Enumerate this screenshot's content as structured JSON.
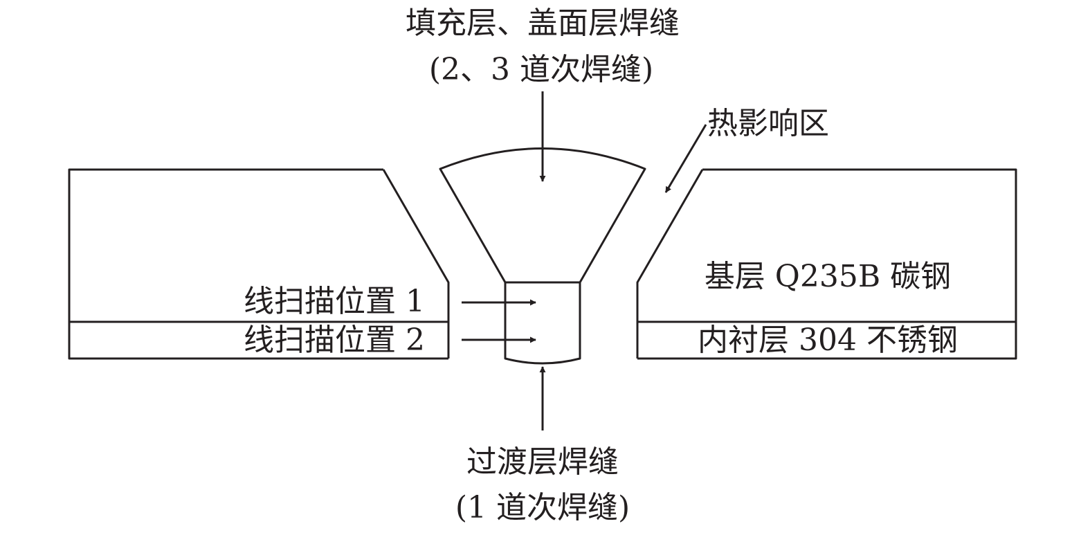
{
  "labels": {
    "fill_cap_weld_line1": "填充层、盖面层焊缝",
    "fill_cap_weld_line2": "(2、3 道次焊缝)",
    "haz": "热影响区",
    "base_layer": "基层 Q235B 碳钢",
    "liner_layer": "内衬层 304 不锈钢",
    "scan_position_1": "线扫描位置 1",
    "scan_position_2": "线扫描位置 2",
    "transition_weld_line1": "过渡层焊缝",
    "transition_weld_line2": "(1 道次焊缝)"
  },
  "colors": {
    "line": "#231f20",
    "background": "#ffffff"
  }
}
